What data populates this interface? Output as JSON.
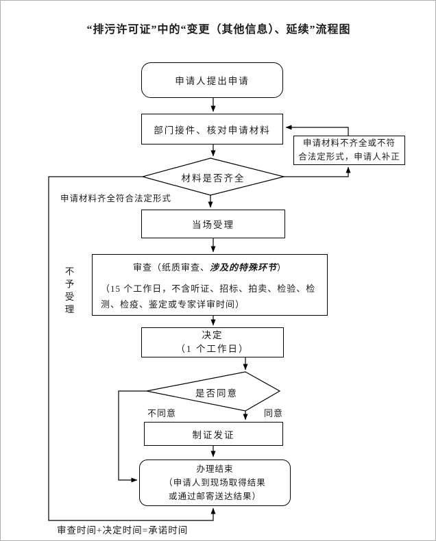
{
  "page": {
    "title": "“排污许可证”中的“变更（其他信息）、延续”流程图"
  },
  "flowchart": {
    "nodes": {
      "start": {
        "label": "申请人提出申请"
      },
      "receive": {
        "label": "部门接件、核对申请材料"
      },
      "supplement": {
        "line1": "申请材料不齐全或不符",
        "line2": "合法定形式，申请人补正"
      },
      "check_complete": {
        "label": "材料是否齐全"
      },
      "accept": {
        "label": "当场受理"
      },
      "review": {
        "title_prefix": "审查（纸质审查、",
        "title_emphasis": "涉及的特殊环节",
        "title_suffix": "）",
        "detail": "（15 个工作日，不含听证、招标、拍卖、检验、检测、检疫、鉴定或专家详审时间）"
      },
      "decision": {
        "line1": "决定",
        "line2": "（1 个工作日）"
      },
      "agree_check": {
        "label": "是否同意"
      },
      "issue": {
        "label": "制证发证"
      },
      "end": {
        "line1": "办理结束",
        "line2": "（申请人到现场取得结果",
        "line3": "或通过邮寄送达结果）"
      }
    },
    "edge_labels": {
      "complete_ok": "申请材料齐全符合法定形式",
      "reject": "不予受理",
      "disagree": "不同意",
      "agree": "同意"
    },
    "footnote": "审查时间+决定时间=承诺时间",
    "colors": {
      "line": "#000000",
      "box_border": "#000000",
      "background": "#ffffff",
      "page_border": "#adadad"
    }
  }
}
